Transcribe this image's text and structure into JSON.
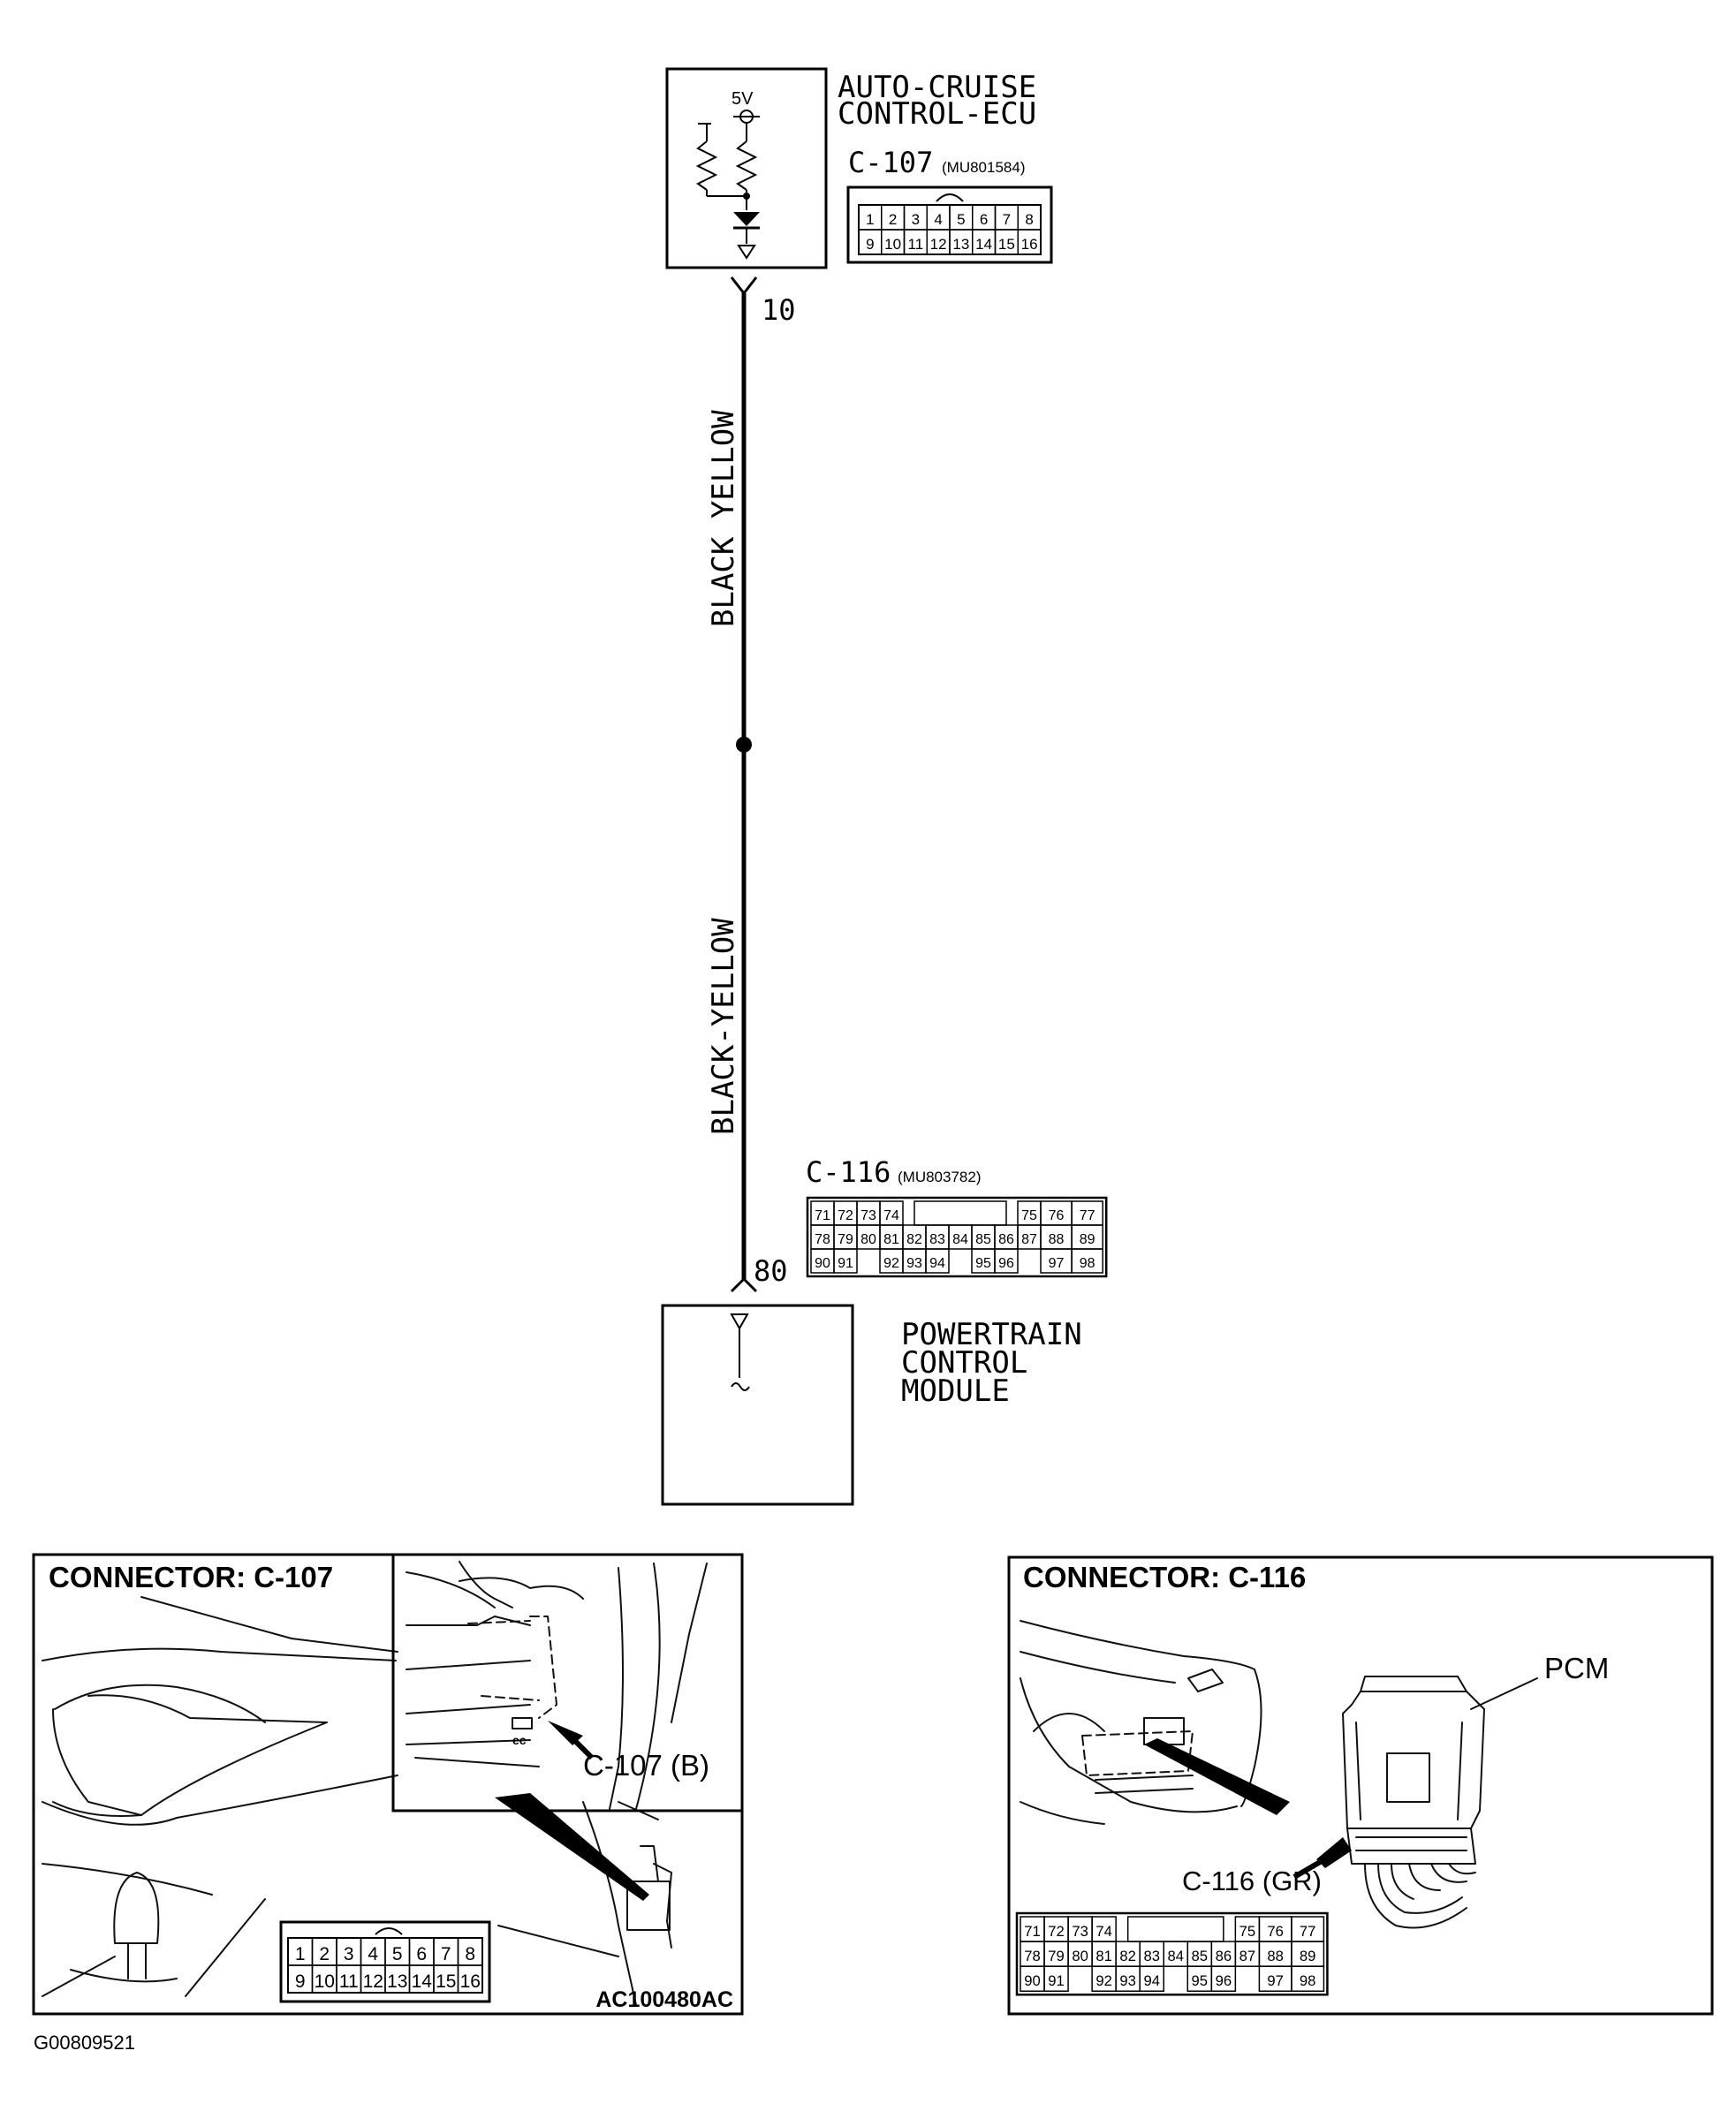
{
  "ecu": {
    "title_line1": "AUTO-CRUISE",
    "title_line2": "CONTROL-ECU",
    "voltage": "5V",
    "connector_id": "C-107",
    "connector_part": "(MU801584)",
    "pins_row1": [
      "1",
      "2",
      "3",
      "4",
      "5",
      "6",
      "7",
      "8"
    ],
    "pins_row2": [
      "9",
      "10",
      "11",
      "12",
      "13",
      "14",
      "15",
      "16"
    ]
  },
  "wire": {
    "pin_top": "10",
    "pin_bottom": "80",
    "color_upper": "BLACK YELLOW",
    "color_lower": "BLACK-YELLOW"
  },
  "pcm": {
    "title_line1": "POWERTRAIN",
    "title_line2": "CONTROL",
    "title_line3": "MODULE",
    "connector_id": "C-116",
    "connector_part": "(MU803782)",
    "row1_left": [
      "71",
      "72",
      "73",
      "74"
    ],
    "row1_right": [
      "75",
      "76",
      "77"
    ],
    "row2": [
      "78",
      "79",
      "80",
      "81",
      "82",
      "83",
      "84",
      "85",
      "86",
      "87",
      "88",
      "89"
    ],
    "row3_a": [
      "90",
      "91"
    ],
    "row3_b": [
      "92",
      "93",
      "94"
    ],
    "row3_c": [
      "95",
      "96"
    ],
    "row3_d": [
      "97",
      "98"
    ]
  },
  "panel_left": {
    "title": "CONNECTOR: C-107",
    "callout": "C-107 (B)",
    "figure_code": "AC100480AC"
  },
  "panel_right": {
    "title": "CONNECTOR: C-116",
    "pcm_label": "PCM",
    "callout": "C-116 (GR)"
  },
  "footer_code": "G00809521"
}
